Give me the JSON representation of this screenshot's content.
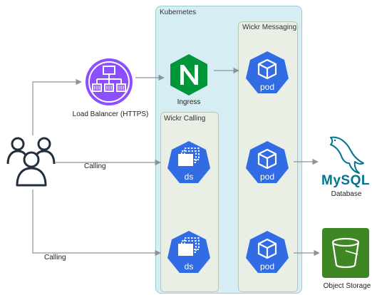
{
  "groups": {
    "kubernetes": "Kubernetes",
    "wickr_messaging": "Wickr Messaging",
    "wickr_calling": "Wickr Calling"
  },
  "nodes": {
    "load_balancer": "Load Balancer (HTTPS)",
    "ingress": "Ingress",
    "database": "Database",
    "object_storage": "Object Storage",
    "mysql_text": "MySQL",
    "pod": "pod",
    "ds": "ds"
  },
  "edges": {
    "calling_upper": "Calling",
    "calling_lower": "Calling"
  },
  "colors": {
    "kubernetes_bg": "#d6eef3",
    "group_bg": "#eaefe6",
    "k8s_blue": "#326ce5",
    "elb_purple": "#8c4fff",
    "nginx_green": "#009639",
    "s3_green": "#3f8624",
    "mysql_blue": "#00758f",
    "arrow": "#8a939a"
  },
  "icons": {
    "users": "users-icon",
    "load_balancer": "application-load-balancer-icon",
    "ingress": "nginx-icon",
    "pod": "kubernetes-pod-icon",
    "ds": "kubernetes-daemonset-icon",
    "database": "mysql-dolphin-icon",
    "object_storage": "s3-bucket-icon"
  }
}
